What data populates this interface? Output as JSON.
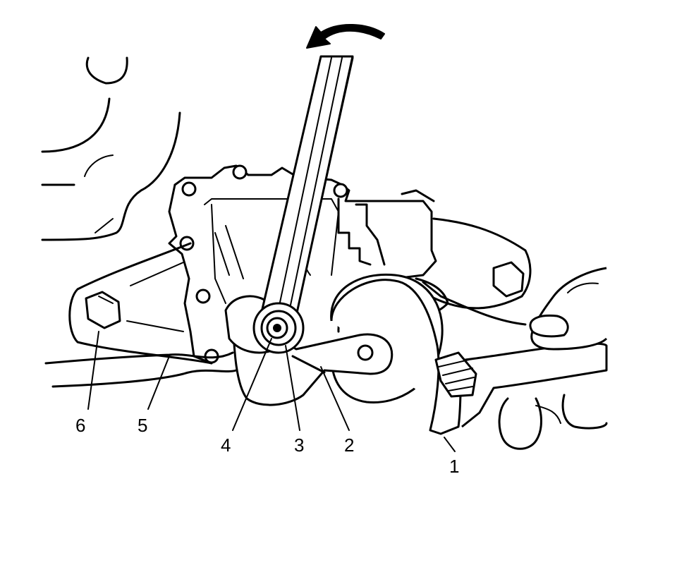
{
  "callouts": {
    "c1": "1",
    "c2": "2",
    "c3": "3",
    "c4": "4",
    "c5": "5",
    "c6": "6"
  },
  "icons": {
    "rotation_arrow": "curved-arrow-icon"
  }
}
